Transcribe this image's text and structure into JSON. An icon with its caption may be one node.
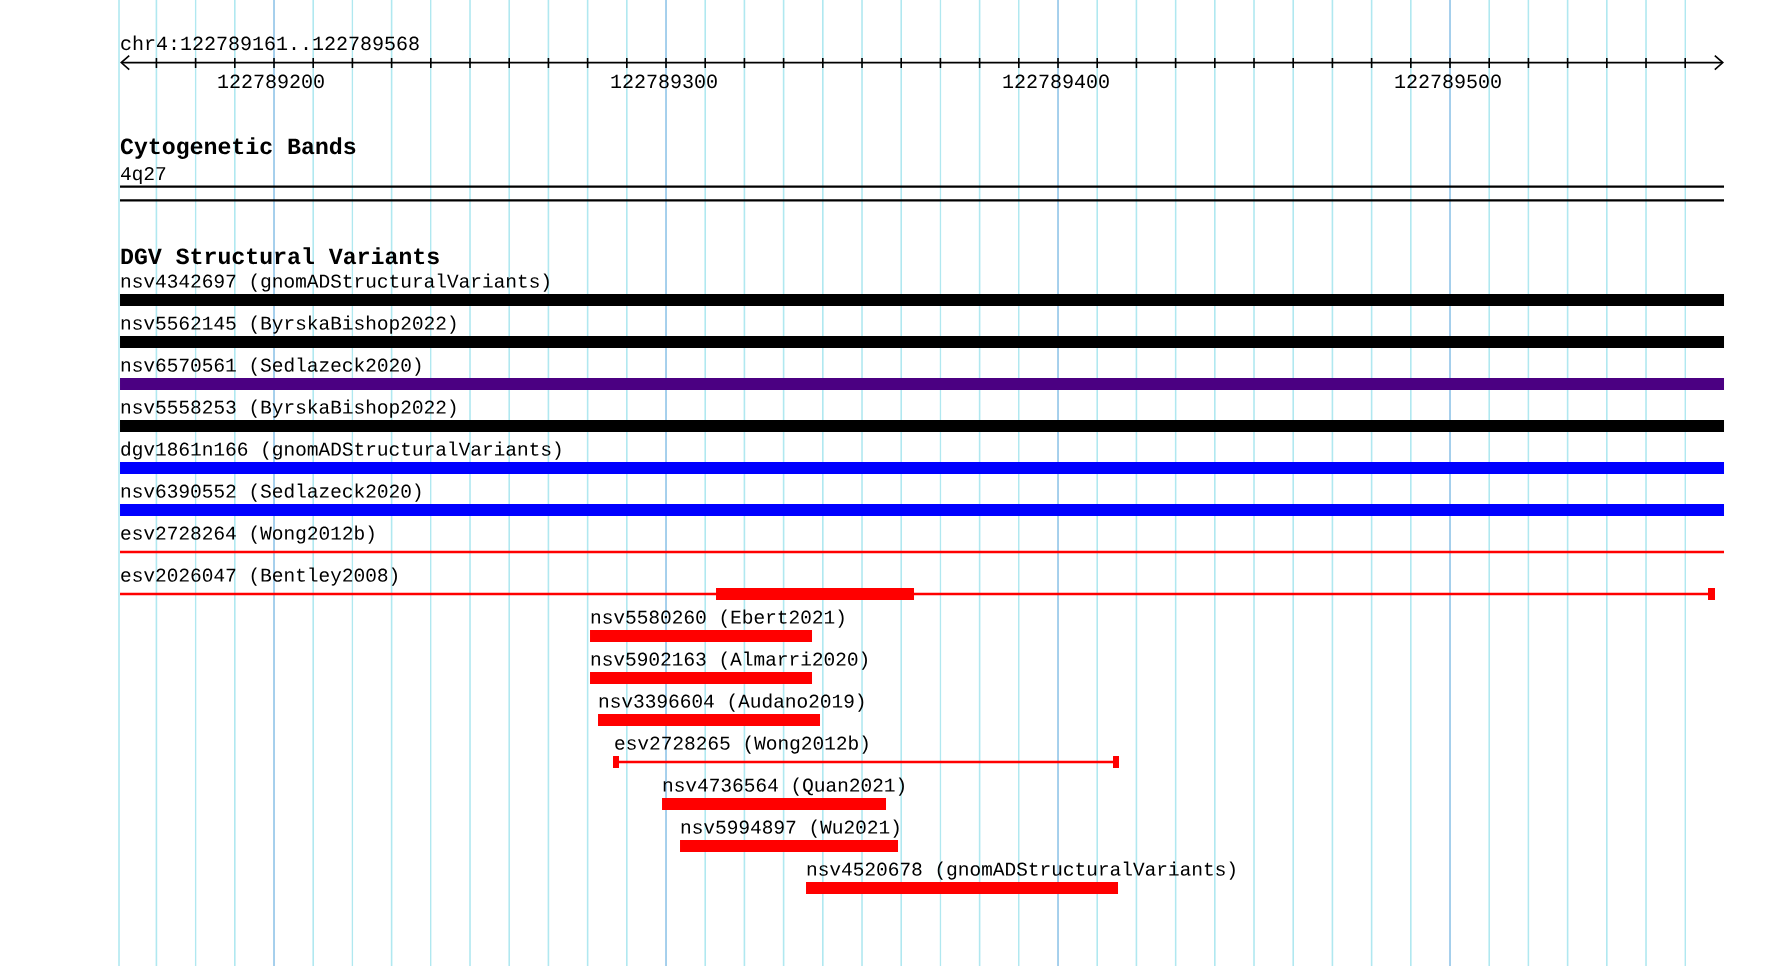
{
  "diagram": {
    "nodes": [
      {
        "text": [
          "4q27"
        ]
      },
      {
        "text": [
          "nsv4342697 (gnomADStructuralVariants)"
        ]
      },
      {
        "text": [
          "nsv5562145 (ByrskaBishop2022)"
        ]
      },
      {
        "text": [
          "nsv6570561 (Sedlazeck2020)"
        ]
      },
      {
        "text": [
          "nsv5558253 (ByrskaBishop2022)"
        ]
      },
      {
        "text": [
          "dgv1861n166 (gnomADStructuralVariants)"
        ]
      },
      {
        "text": [
          "nsv6390552 (Sedlazeck2020)"
        ]
      },
      {
        "text": [
          "esv2728264 (Wong2012b)"
        ]
      },
      {
        "text": [
          "esv2026047 (Bentley2008)"
        ]
      },
      {
        "text": [
          "nsv5580260 (Ebert2021)"
        ]
      },
      {
        "text": [
          "nsv5902163 (Almarri2020)"
        ]
      },
      {
        "text": [
          "nsv3396604 (Audano2019)"
        ]
      },
      {
        "text": [
          "esv2728265 (Wong2012b)"
        ]
      },
      {
        "text": [
          "nsv4736564 (Quan2021)"
        ]
      },
      {
        "text": [
          "nsv5994897 (Wu2021)"
        ]
      },
      {
        "text": [
          "nsv4520678 (gnomADStructuralVariants)"
        ]
      }
    ],
    "labels": [
      "chr4:122789161..122789568",
      "122789200",
      "122789300",
      "122789400",
      "122789500",
      "Cytogenetic Bands",
      "DGV Structural Variants"
    ]
  }
}
